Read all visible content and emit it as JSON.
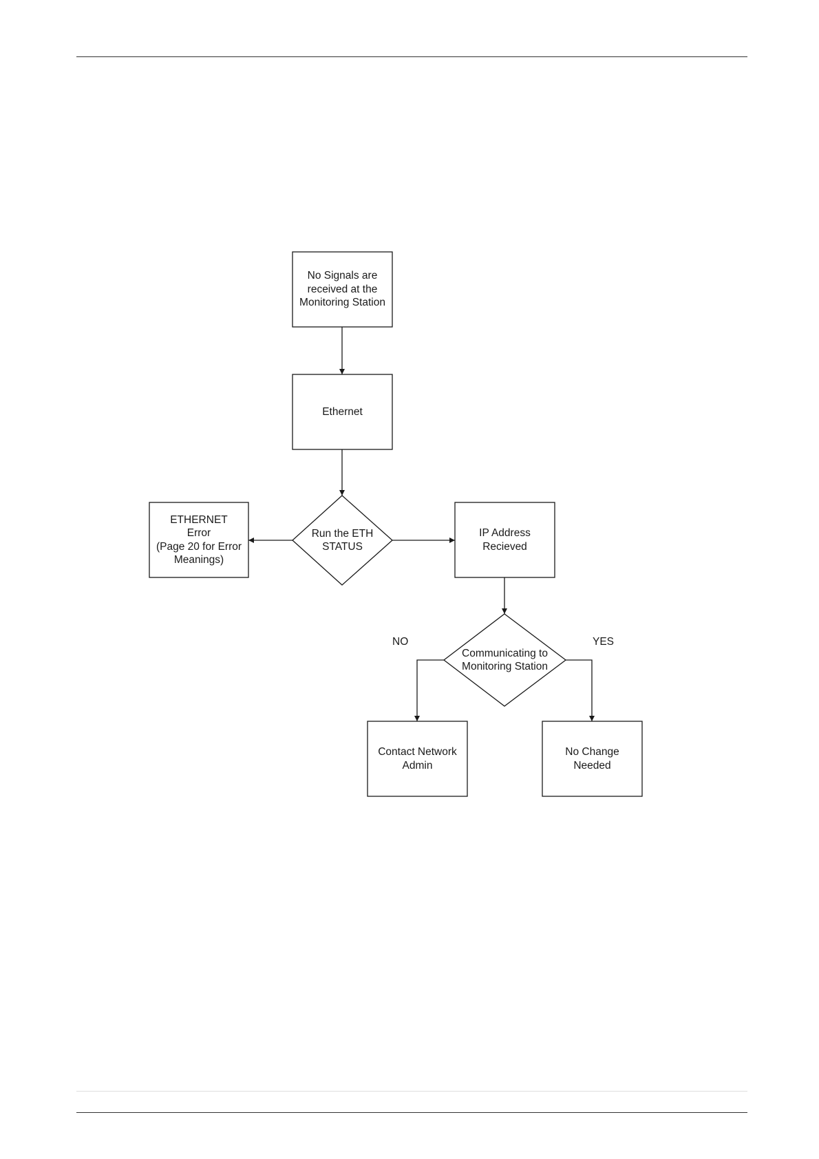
{
  "flowchart": {
    "nodes": {
      "start": {
        "shape": "box",
        "text": "No Signals are\nreceived at the\nMonitoring Station"
      },
      "ethernet": {
        "shape": "box",
        "text": "Ethernet"
      },
      "eth_status": {
        "shape": "diamond",
        "text": "Run the ETH\nSTATUS"
      },
      "ethernet_error": {
        "shape": "box",
        "text": "ETHERNET\nError\n(Page 20 for Error\nMeanings)"
      },
      "ip_address": {
        "shape": "box",
        "text": "IP Address\nRecieved"
      },
      "communicating": {
        "shape": "diamond",
        "text": "Communicating to\nMonitoring Station"
      },
      "contact_admin": {
        "shape": "box",
        "text": "Contact Network\nAdmin"
      },
      "no_change": {
        "shape": "box",
        "text": "No Change\nNeeded"
      }
    },
    "branches": {
      "no": "NO",
      "yes": "YES"
    },
    "edges": [
      {
        "from": "start",
        "to": "ethernet"
      },
      {
        "from": "ethernet",
        "to": "eth_status"
      },
      {
        "from": "eth_status",
        "to": "ethernet_error"
      },
      {
        "from": "eth_status",
        "to": "ip_address"
      },
      {
        "from": "ip_address",
        "to": "communicating"
      },
      {
        "from": "communicating",
        "to": "contact_admin",
        "label": "NO"
      },
      {
        "from": "communicating",
        "to": "no_change",
        "label": "YES"
      }
    ]
  }
}
